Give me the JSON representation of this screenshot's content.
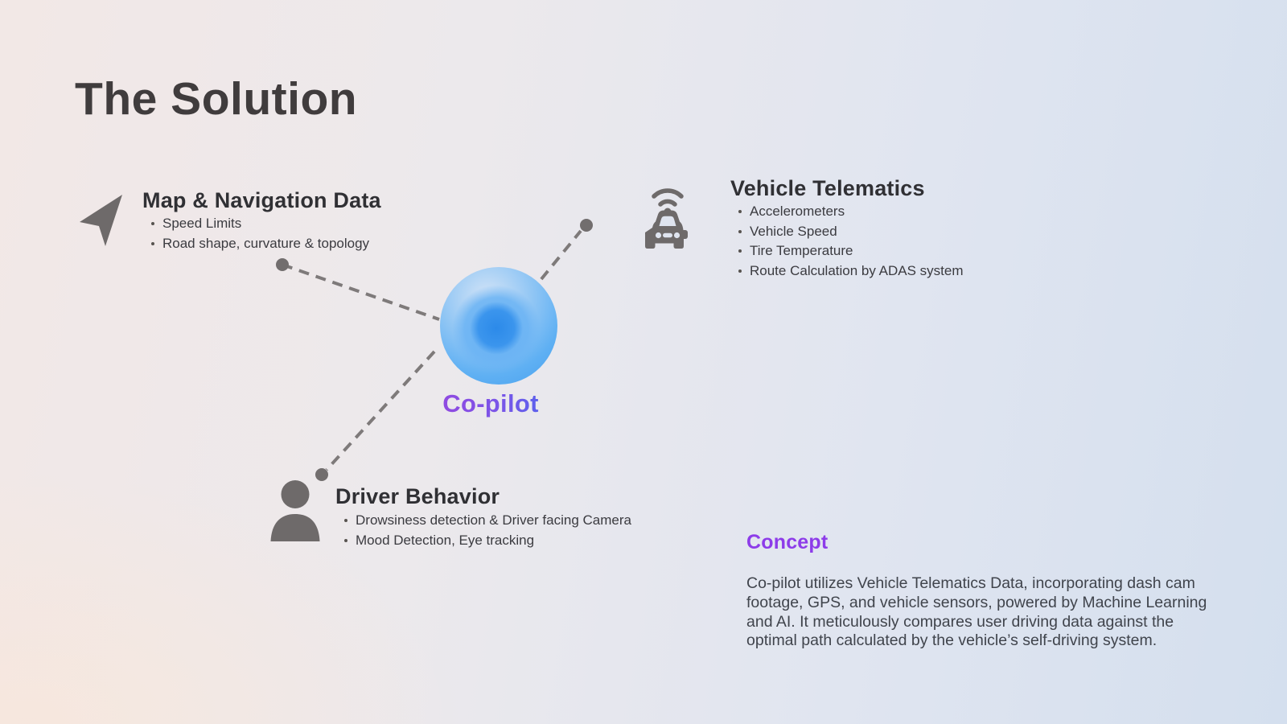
{
  "slide": {
    "title": "The Solution"
  },
  "center": {
    "label": "Co-pilot"
  },
  "nodes": [
    {
      "id": "map-navigation",
      "icon": "navigation-arrow-icon",
      "title": "Map & Navigation Data",
      "bullets": [
        "Speed Limits",
        "Road shape, curvature & topology"
      ]
    },
    {
      "id": "vehicle-telematics",
      "icon": "connected-car-icon",
      "title": "Vehicle Telematics",
      "bullets": [
        "Accelerometers",
        "Vehicle Speed",
        "Tire Temperature",
        "Route Calculation by ADAS system"
      ]
    },
    {
      "id": "driver-behavior",
      "icon": "person-icon",
      "title": "Driver Behavior",
      "bullets": [
        "Drowsiness detection & Driver facing Camera",
        "Mood Detection, Eye tracking"
      ]
    }
  ],
  "concept": {
    "heading": "Concept",
    "body": "Co-pilot utilizes Vehicle Telematics Data, incorporating dash cam footage, GPS, and vehicle sensors, powered by Machine Learning and AI. It meticulously compares user driving data against the optimal path calculated by the vehicle’s self-driving system."
  },
  "colors": {
    "title_text": "#403c3d",
    "heading_text": "#303034",
    "body_text": "#40444c",
    "icon_gray": "#6e6a6a",
    "connector_gray": "#7e7a7a",
    "concept_purple": "#8d3ce9",
    "copilot_gradient_start": "#9b45dd",
    "copilot_gradient_end": "#4169f0",
    "orb_blue": "#47a0f0",
    "orb_inner_blue": "#2c8ae9",
    "bg_left": "#f2e8e6",
    "bg_right": "#d4dfee"
  }
}
